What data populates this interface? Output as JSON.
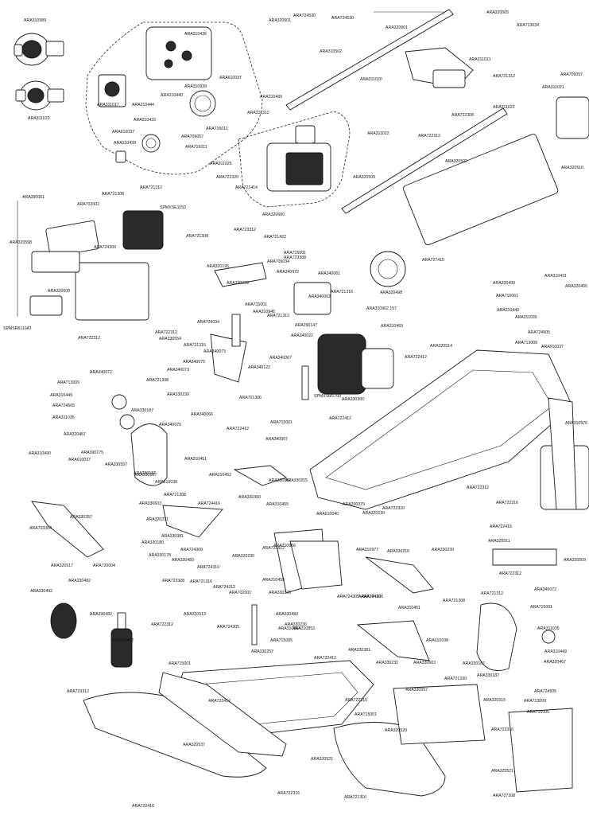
{
  "diagram": {
    "kind": "exploded-parts-view",
    "line_color": "#1a1a1a",
    "background": "#ffffff",
    "callouts": [
      "ARA310989",
      "ARA311023",
      "ARA310436",
      "ARA311017",
      "ARA310444",
      "ARA310440",
      "ARA310939",
      "ARA610037",
      "ARA310439",
      "ARA311312",
      "ARA310433",
      "ARA610037",
      "ARA709057",
      "ARA716011",
      "ARA310439",
      "ARA716011",
      "ARA320601",
      "ARA724530",
      "ARA724530",
      "ARA320601",
      "ARA320005",
      "ARA713034",
      "ARA311021",
      "ARA721312",
      "ARA709057",
      "ARA311021",
      "ARA311022",
      "ARA310502",
      "ARA311020",
      "ARA722308",
      "ARA311022",
      "ARA311026",
      "ARA320522",
      "ARA722312",
      "ARA320510",
      "ARA723320",
      "ARA721414",
      "ARA320509",
      "ARA320600",
      "ARA390001",
      "ARA721308",
      "ARA721312",
      "ARA702002",
      "SPMXSE1150",
      "ARA320598",
      "ARA724300",
      "ARA320600",
      "SPMSR6110AT",
      "ARA722312",
      "ARA722312",
      "ARA721308",
      "ARA723312",
      "ARA721422",
      "ARA715001",
      "ARA709034",
      "ARA723308",
      "ARA340072",
      "ARA330239",
      "ARA320195",
      "ARA340061",
      "ARA721316",
      "ARA320498",
      "ARA727415",
      "ARA310962 15T",
      "ARA310469",
      "ARA709034",
      "ARA340063",
      "ARA721312",
      "ARA715001",
      "ARA710061",
      "ARA320499",
      "ARA310449",
      "ARA310431",
      "ARA320456",
      "ARA724505",
      "ARA610037",
      "ARA713009",
      "ARA311035",
      "ARA340022",
      "ARA290147",
      "ARA721316",
      "ARA330554",
      "ARA340073",
      "ARA340075",
      "ARA340073",
      "ARA340072",
      "ARA340067",
      "ARA340122",
      "ARA310945",
      "SPMXSM1700",
      "ARA330300",
      "ARA722412",
      "ARA320514",
      "ARA722412",
      "ARA721308",
      "ARA330230",
      "ARA713009",
      "ARA310449",
      "ARA724505",
      "ARA330187",
      "ARA311035",
      "ARA320467",
      "ARA310490",
      "ARA390175",
      "ARA610037",
      "ARA330187",
      "ARA340070",
      "ARA340066",
      "ARA722412",
      "ARA715001",
      "ARA721306",
      "ARA340067",
      "ARA722312",
      "ARA722320",
      "ARA310976",
      "ARA330557",
      "ARA330187",
      "ARA610038",
      "ARA310451",
      "ARA310452",
      "ARA330557",
      "ARA330215",
      "ARA702004",
      "ARA330357",
      "ARA721308",
      "ARA330603",
      "ARA320231",
      "ARA330180",
      "ARA330178",
      "ARA724416",
      "ARA330360",
      "ARA310455",
      "ARA330379",
      "ARA320230",
      "ARA610040",
      "ARA722316",
      "ARA320511",
      "ARA722416",
      "ARA330381",
      "ARA724308",
      "ARA320230",
      "ARA310856",
      "ARA320517",
      "ARA720004",
      "ARA330483",
      "ARA724310",
      "ARA723312",
      "ARA310977",
      "ARA330216",
      "ARA330230",
      "ARA320509",
      "ARA722312",
      "ARA330492",
      "ARA330482",
      "ARA723328",
      "ARA320513",
      "ARA721316",
      "ARA724312",
      "ARA702001",
      "ARA310455",
      "ARA330378",
      "ARA330483",
      "ARA724305",
      "ARA724410",
      "ARA310451",
      "ARA721308",
      "ARA721312",
      "ARA340072",
      "ARA715001",
      "ARA330482",
      "ARA722312",
      "ARA330492",
      "ARA310854",
      "ARA724305",
      "ARA330257",
      "ARA715005",
      "ARA330230",
      "ARA310853",
      "ARA724306",
      "ARA722412",
      "ARA330381",
      "ARA330231",
      "ARA330603",
      "ARA610038",
      "ARA330187",
      "ARA721330",
      "ARA330187",
      "ARA311035",
      "ARA310449",
      "ARA320467",
      "ARA724505",
      "ARA713009",
      "ARA320515",
      "ARA715001",
      "ARA722412",
      "ARA722316",
      "ARA330557",
      "ARA320520",
      "ARA723312",
      "ARA320537",
      "ARA715001",
      "ARA723316",
      "ARA715005",
      "ARA320521",
      "ARA721316",
      "ARA320521",
      "ARA722316",
      "ARA727308",
      "ARA722416"
    ]
  }
}
